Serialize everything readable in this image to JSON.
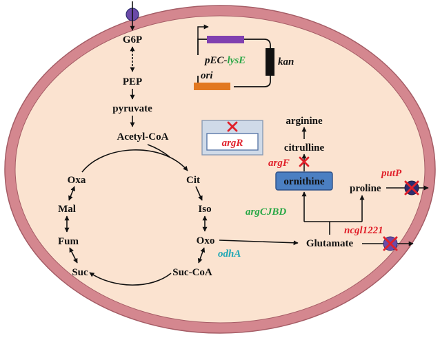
{
  "colors": {
    "membrane": "#d4878f",
    "membrane_stroke": "#a55d66",
    "cytoplasm": "#fbe3d0",
    "arrow": "#111111",
    "red_gene": "#e0202a",
    "green_gene": "#28a745",
    "teal_gene": "#1ea7b5",
    "knockout_x": "#e0202a",
    "transporter": "#2b2c6e",
    "transporter_entry": "#6b4aa8",
    "lysE_bar": "#8040b0",
    "ori_bar": "#e27820",
    "kan_block": "#111111",
    "ornithine_box": "#4b7fc2",
    "argR_box": "#cfdae8"
  },
  "metabolites": {
    "g6p": "G6P",
    "pep": "PEP",
    "pyruvate": "pyruvate",
    "acetyl_coa": "Acetyl-CoA",
    "oxa": "Oxa",
    "cit": "Cit",
    "mal": "Mal",
    "iso": "Iso",
    "fum": "Fum",
    "oxo": "Oxo",
    "suc": "Suc",
    "suc_coa": "Suc-CoA",
    "glutamate": "Glutamate",
    "ornithine": "ornithine",
    "citrulline": "citrulline",
    "arginine": "arginine",
    "proline": "proline"
  },
  "genes": {
    "odhA": "odhA",
    "argCJBD": "argCJBD",
    "argF": "argF",
    "argR": "argR",
    "putP": "putP",
    "ncgl1221": "ncgl1221"
  },
  "plasmid": {
    "name_prefix": "pEC-",
    "name_gene": "lysE",
    "kan": "kan",
    "ori": "ori"
  },
  "icons": {
    "knockout": "x-mark",
    "transporter": "membrane-transporter-circle",
    "promoter": "bent-arrow"
  }
}
